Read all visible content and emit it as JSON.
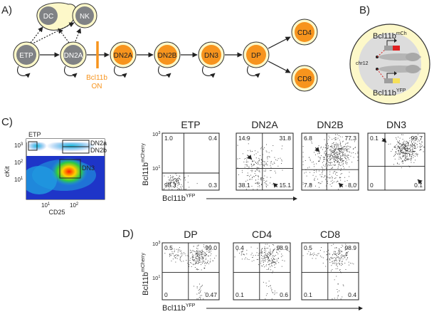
{
  "panel_labels": {
    "a": "A)",
    "b": "B)",
    "c": "C)",
    "d": "D)"
  },
  "panelA": {
    "nodes": {
      "etp": "ETP",
      "dn2a_grey": "DN2A",
      "dc": "DC",
      "nk": "NK",
      "dn2a": "DN2A",
      "dn2b": "DN2B",
      "dn3": "DN3",
      "dp": "DP",
      "cd4": "CD4",
      "cd8": "CD8"
    },
    "bcl11b_on": {
      "line1": "Bcl11b",
      "line2": "ON"
    }
  },
  "panelB": {
    "chr": "chr12",
    "mch": {
      "base": "Bcl11b",
      "sup": "mCh"
    },
    "yfp": {
      "base": "Bcl11b",
      "sup": "YFP"
    }
  },
  "panelC_facs": {
    "gates": {
      "etp": "ETP",
      "dn2a": "DN2a",
      "dn2b": "DN2b",
      "dn3": "DN3"
    },
    "ylabel": "cKit",
    "xlabel": "CD25",
    "yticks": {
      "t3": "10",
      "t2": "10",
      "t1": "10"
    },
    "ytick_exp": {
      "t3": "3",
      "t2": "2",
      "t1": "1"
    },
    "xticks": {
      "t1": "10",
      "t2": "10"
    },
    "xtick_exp": {
      "t1": "1",
      "t2": "2"
    }
  },
  "quad_axes": {
    "ylabel_base": "Bcl11b",
    "ylabel_sup": "mCherry",
    "xlabel_base": "Bcl11b",
    "xlabel_sup": "YFP",
    "tick_base": "10",
    "tick_exp_high": "3",
    "tick_exp_low": "1"
  },
  "chart_data": [
    {
      "type": "scatter",
      "title": "ETP",
      "quadrants": {
        "upper_left": "1.0",
        "upper_right": "0.4",
        "lower_left": "98.3",
        "lower_right": "0.3"
      }
    },
    {
      "type": "scatter",
      "title": "DN2A",
      "quadrants": {
        "upper_left": "14.9",
        "upper_right": "31.8",
        "lower_left": "38.1",
        "lower_right": "15.1"
      }
    },
    {
      "type": "scatter",
      "title": "DN2B",
      "quadrants": {
        "upper_left": "6.8",
        "upper_right": "77.3",
        "lower_left": "7.8",
        "lower_right": "8.0"
      }
    },
    {
      "type": "scatter",
      "title": "DN3",
      "quadrants": {
        "upper_left": "0.1",
        "upper_right": "99.7",
        "lower_left": "0",
        "lower_right": "0.1"
      }
    },
    {
      "type": "scatter",
      "title": "DP",
      "quadrants": {
        "upper_left": "0.5",
        "upper_right": "99.0",
        "lower_left": "0",
        "lower_right": "0.47"
      }
    },
    {
      "type": "scatter",
      "title": "CD4",
      "quadrants": {
        "upper_left": "0.4",
        "upper_right": "98.9",
        "lower_left": "0.1",
        "lower_right": "0.6"
      }
    },
    {
      "type": "scatter",
      "title": "CD8",
      "quadrants": {
        "upper_left": "0.5",
        "upper_right": "98.9",
        "lower_left": "0.1",
        "lower_right": "0.4"
      }
    }
  ],
  "colors": {
    "orange": "#f7941d",
    "grey": "#808285",
    "cream": "#fdf8c9",
    "red": "#e02020",
    "yellow": "#f6e05a"
  }
}
